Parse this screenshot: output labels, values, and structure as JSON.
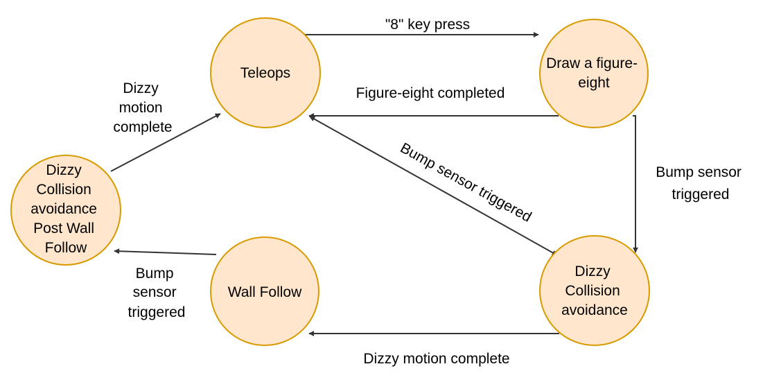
{
  "colors": {
    "node_fill": "#ffe6cc",
    "node_stroke": "#d79b00",
    "edge_stroke": "#333333",
    "text": "#000000"
  },
  "nodes": [
    {
      "id": "teleops",
      "lines": [
        "Teleops"
      ]
    },
    {
      "id": "figure-eight",
      "lines": [
        "Draw a figure-",
        "eight"
      ]
    },
    {
      "id": "dizzy-post-wall",
      "lines": [
        "Dizzy",
        "Collision",
        "avoidance",
        "Post Wall",
        "Follow"
      ]
    },
    {
      "id": "wall-follow",
      "lines": [
        "Wall Follow"
      ]
    },
    {
      "id": "dizzy-collision",
      "lines": [
        "Dizzy",
        "Collision",
        "avoidance"
      ]
    }
  ],
  "edges": [
    {
      "id": "teleops-to-figure-eight",
      "from": "teleops",
      "to": "figure-eight",
      "label_lines": [
        "\"8\" key press"
      ]
    },
    {
      "id": "figure-eight-to-teleops",
      "from": "figure-eight",
      "to": "teleops",
      "label_lines": [
        "Figure-eight completed"
      ]
    },
    {
      "id": "figure-eight-to-dizzy-collision",
      "from": "figure-eight",
      "to": "dizzy-collision",
      "label_lines": [
        "Bump sensor",
        "triggered"
      ]
    },
    {
      "id": "teleops-dizzy-collision",
      "from": "teleops",
      "to": "dizzy-collision",
      "label_lines": [
        "Bump sensor triggered"
      ]
    },
    {
      "id": "dizzy-collision-to-wall-follow",
      "from": "dizzy-collision",
      "to": "wall-follow",
      "label_lines": [
        "Dizzy motion complete"
      ]
    },
    {
      "id": "wall-follow-to-dizzy-post-wall",
      "from": "wall-follow",
      "to": "dizzy-post-wall",
      "label_lines": [
        "Bump",
        "sensor",
        "triggered"
      ]
    },
    {
      "id": "dizzy-post-wall-to-teleops",
      "from": "dizzy-post-wall",
      "to": "teleops",
      "label_lines": [
        "Dizzy",
        "motion",
        "complete"
      ]
    }
  ]
}
